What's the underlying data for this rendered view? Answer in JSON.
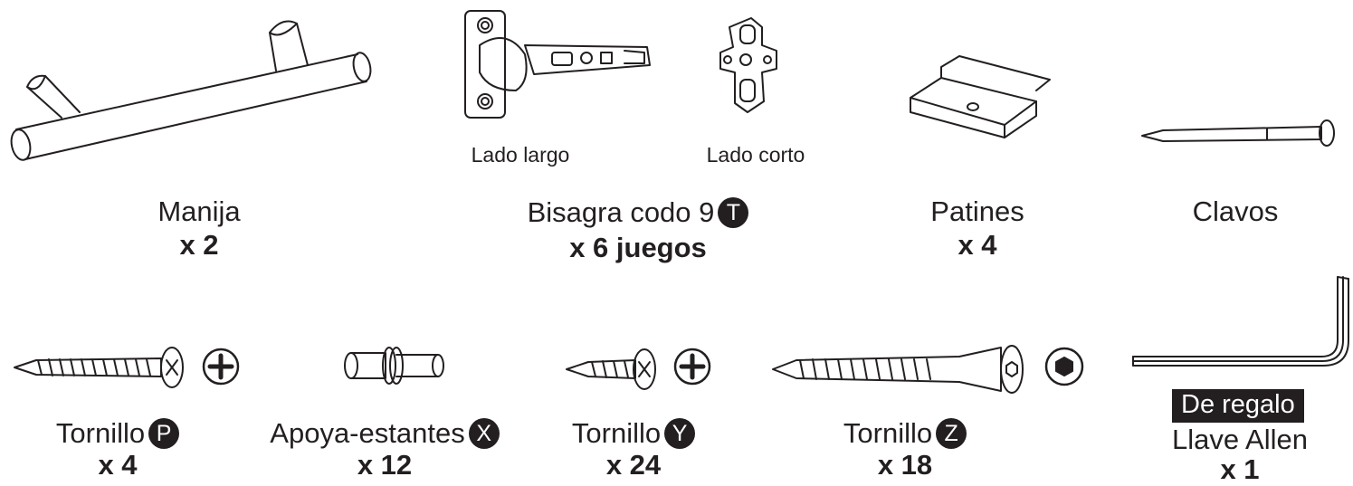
{
  "items": {
    "manija": {
      "name": "Manija",
      "qty": "x 2"
    },
    "bisagra": {
      "name": "Bisagra codo 9",
      "badge": "T",
      "qty": "x 6 juegos",
      "side_long": "Lado largo",
      "side_short": "Lado corto"
    },
    "patines": {
      "name": "Patines",
      "qty": "x 4"
    },
    "clavos": {
      "name": "Clavos"
    },
    "tornillo_p": {
      "name": "Tornillo",
      "badge": "P",
      "qty": "x 4"
    },
    "apoya": {
      "name": "Apoya-estantes",
      "badge": "X",
      "qty": "x 12"
    },
    "tornillo_y": {
      "name": "Tornillo",
      "badge": "Y",
      "qty": "x 24"
    },
    "tornillo_z": {
      "name": "Tornillo",
      "badge": "Z",
      "qty": "x 18"
    },
    "llave": {
      "gift": "De regalo",
      "name": "Llave Allen",
      "qty": "x 1"
    }
  }
}
